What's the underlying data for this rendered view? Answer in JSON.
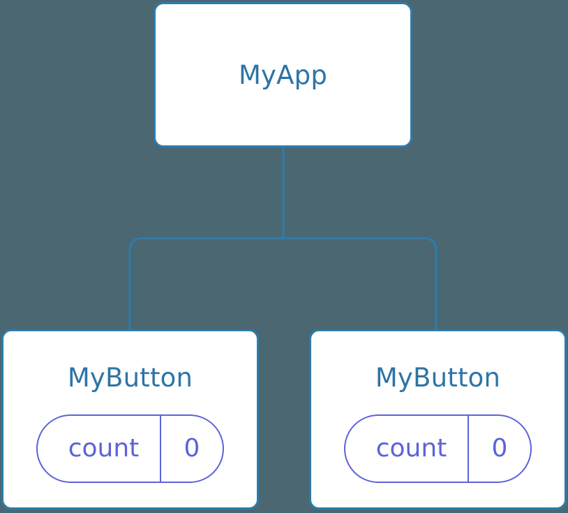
{
  "diagram": {
    "type": "component-tree",
    "background_color": "#4a6772",
    "node_border_color": "#2d7cab",
    "node_background_color": "#ffffff",
    "node_title_color": "#2d74a5",
    "state_accent_color": "#5b63d8",
    "connector_color": "#2d7cab"
  },
  "root": {
    "title": "MyApp"
  },
  "children": [
    {
      "title": "MyButton",
      "state": {
        "key": "count",
        "value": "0"
      }
    },
    {
      "title": "MyButton",
      "state": {
        "key": "count",
        "value": "0"
      }
    }
  ]
}
